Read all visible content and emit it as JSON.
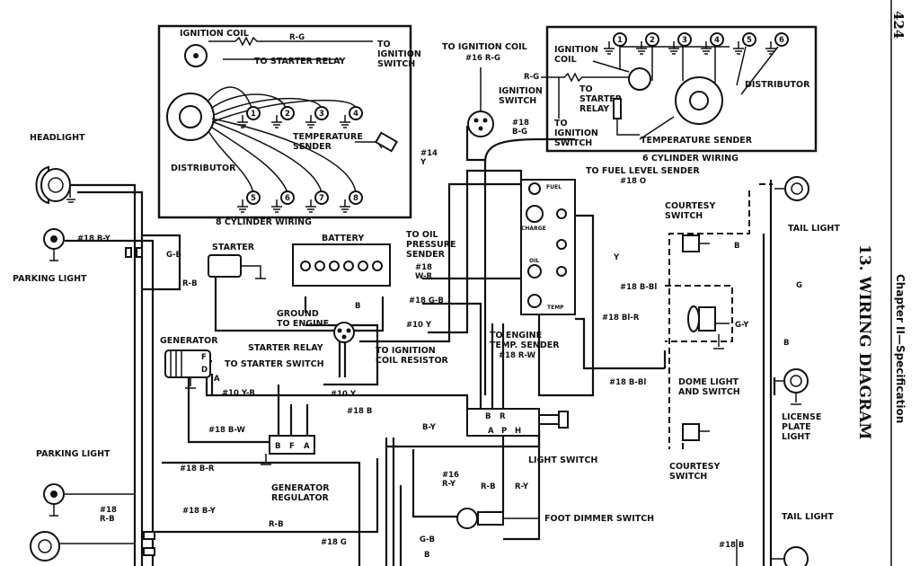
{
  "page_number": "424",
  "chapter_heading": "Chapter II—Specification",
  "section_title": "13.   WIRING DIAGRAM",
  "eight_cyl": {
    "caption": "8 CYLINDER WIRING",
    "ignition_coil": "IGNITION COIL",
    "wire_rg": "R-G",
    "to_ignition_switch": "TO\nIGNITION\nSWITCH",
    "to_starter_relay": "TO STARTER RELAY",
    "temperature_sender": "TEMPERATURE\nSENDER",
    "distributor": "DISTRIBUTOR",
    "cylinders_top": [
      "1",
      "2",
      "3",
      "4"
    ],
    "cylinders_bottom": [
      "5",
      "6",
      "7",
      "8"
    ]
  },
  "six_cyl": {
    "caption": "6 CYLINDER WIRING",
    "ignition_coil": "IGNITION\nCOIL",
    "wire_rg": "R-G",
    "to_starter_relay": "TO\nSTARTER\nRELAY",
    "to_ignition_switch": "TO\nIGNITION\nSWITCH",
    "distributor": "DISTRIBUTOR",
    "temperature_sender": "TEMPERATURE SENDER",
    "cylinders": [
      "1",
      "2",
      "3",
      "4",
      "5",
      "6"
    ]
  },
  "labels": {
    "headlight": "HEADLIGHT",
    "parking_light_top": "PARKING LIGHT",
    "parking_light_bottom": "PARKING LIGHT",
    "starter": "STARTER",
    "battery": "BATTERY",
    "ground_to_engine": "GROUND\nTO ENGINE",
    "to_oil_pressure_sender": "TO OIL\nPRESSURE\nSENDER",
    "to_ignition_coil_top": "TO IGNITION COIL",
    "ignition_switch": "IGNITION\nSWITCH",
    "to_fuel_level_sender": "TO FUEL LEVEL SENDER",
    "generator": "GENERATOR",
    "starter_relay": "STARTER RELAY",
    "to_starter_switch": "TO STARTER SWITCH",
    "to_ignition_coil_resistor": "TO IGNITION\nCOIL RESISTOR",
    "to_engine_temp_sender": "TO ENGINE\nTEMP. SENDER",
    "generator_regulator": "GENERATOR\nREGULATOR",
    "light_switch": "LIGHT SWITCH",
    "foot_dimmer_switch": "FOOT DIMMER SWITCH",
    "courtesy_switch_top": "COURTESY\nSWITCH",
    "courtesy_switch_bottom": "COURTESY\nSWITCH",
    "dome_light": "DOME LIGHT\nAND SWITCH",
    "tail_light_top": "TAIL LIGHT",
    "tail_light_bottom": "TAIL LIGHT",
    "license_plate_light": "LICENSE\nPLATE\nLIGHT",
    "gauge_fuel": "FUEL",
    "gauge_charge": "CHARGE",
    "gauge_oil": "OIL",
    "gauge_temp": "TEMP",
    "regulator_terminals": [
      "B",
      "F",
      "A"
    ],
    "generator_terminals": [
      "F",
      "D",
      "A"
    ],
    "light_switch_terminals": [
      "B",
      "R",
      "A",
      "P",
      "H"
    ]
  },
  "wire_codes": {
    "w16_rg": "#16  R-G",
    "w18_bg": "#18\nB-G",
    "w14_y": "#14\nY",
    "w18_o": "#18  O",
    "w18_by_top": "#18  B-Y",
    "gb_left": "G-B",
    "rb_left": "R-B",
    "w18_wr": "#18\nW-R",
    "w18_gb": "#18  G-B",
    "w10_y_a": "#10  Y",
    "b_battery": "B",
    "w10_yb": "#10  Y-B",
    "w10_y_b": "#10  Y",
    "w18_rw": "#18  R-W",
    "w18_b_mid": "#18    B",
    "w18_bw": "#18  B-W",
    "w18_br": "#18  B-R",
    "by_mid": "B-Y",
    "w16_ry": "#16\nR-Y",
    "rb_dimmer": "R-B",
    "ry": "R-Y",
    "w18_bbl_top": "#18  B-Bl",
    "w18_blr": "#18  Bl-R",
    "w18_bbl_mid": "#18  B-Bl",
    "y_right": "Y",
    "gy": "G-Y",
    "b_right": "B",
    "g_right": "G",
    "b_tail": "B",
    "w18_rb_left": "#18\nR-B",
    "w18_by_bottom": "#18  B-Y",
    "rb_bottom": "R-B",
    "w18_g": "#18  G",
    "gb_bottom": "G-B",
    "b_bottom": "B",
    "w18_b_right": "#18  B"
  }
}
